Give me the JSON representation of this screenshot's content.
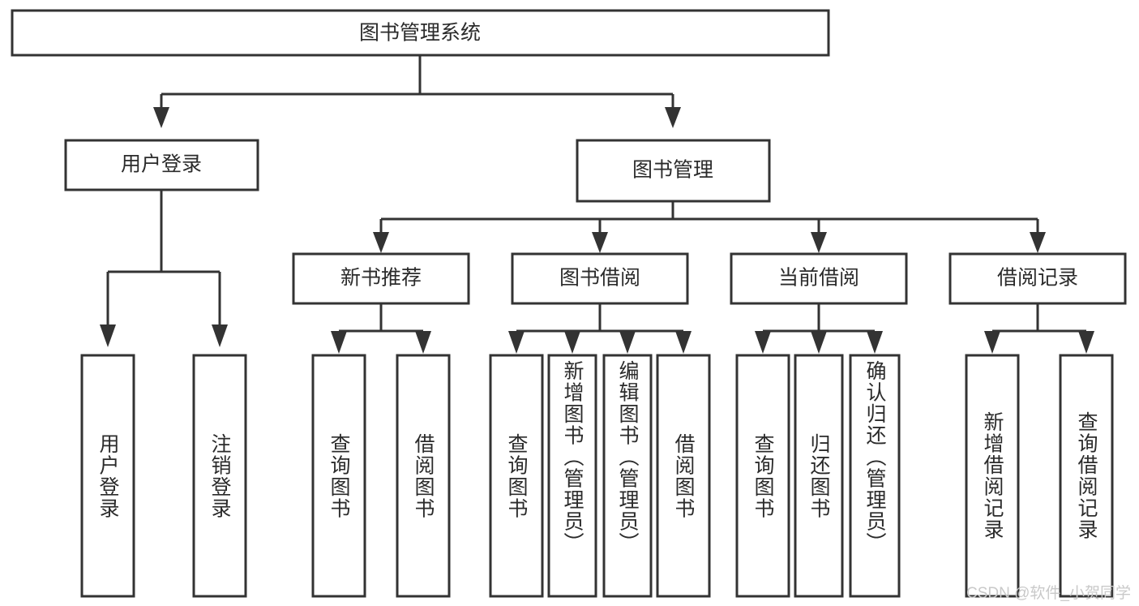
{
  "diagram": {
    "title": "图书管理系统",
    "type": "tree-hierarchy",
    "watermark": "CSDN @软件_小贺同学",
    "colors": {
      "stroke": "#333333",
      "fill": "#ffffff",
      "text": "#2b2b2b",
      "watermark": "#c9c9c9",
      "background": "#ffffff"
    },
    "root": {
      "label": "图书管理系统"
    },
    "level2": [
      {
        "id": "user-login",
        "label": "用户登录"
      },
      {
        "id": "book-management",
        "label": "图书管理"
      }
    ],
    "level3": [
      {
        "id": "new-book-recommend",
        "label": "新书推荐",
        "parent": "book-management"
      },
      {
        "id": "book-borrow",
        "label": "图书借阅",
        "parent": "book-management"
      },
      {
        "id": "current-borrow",
        "label": "当前借阅",
        "parent": "book-management"
      },
      {
        "id": "borrow-record",
        "label": "借阅记录",
        "parent": "book-management"
      }
    ],
    "leaves": {
      "user_login": [
        {
          "id": "leaf-user-login",
          "label": "用户登录"
        },
        {
          "id": "leaf-logout-login",
          "label": "注销登录"
        }
      ],
      "new_book_recommend": [
        {
          "id": "leaf-query-book-1",
          "label": "查询图书"
        },
        {
          "id": "leaf-borrow-book-1",
          "label": "借阅图书"
        }
      ],
      "book_borrow": [
        {
          "id": "leaf-query-book-2",
          "label": "查询图书"
        },
        {
          "id": "leaf-add-book",
          "label": "新增图书（管理员）"
        },
        {
          "id": "leaf-edit-book",
          "label": "编辑图书（管理员）"
        },
        {
          "id": "leaf-borrow-book-2",
          "label": "借阅图书"
        }
      ],
      "current_borrow": [
        {
          "id": "leaf-query-book-3",
          "label": "查询图书"
        },
        {
          "id": "leaf-return-book",
          "label": "归还图书"
        },
        {
          "id": "leaf-confirm-return",
          "label": "确认归还（管理员）"
        }
      ],
      "borrow_record": [
        {
          "id": "leaf-add-record",
          "label": "新增借阅记录"
        },
        {
          "id": "leaf-query-record",
          "label": "查询借阅记录"
        }
      ]
    }
  }
}
